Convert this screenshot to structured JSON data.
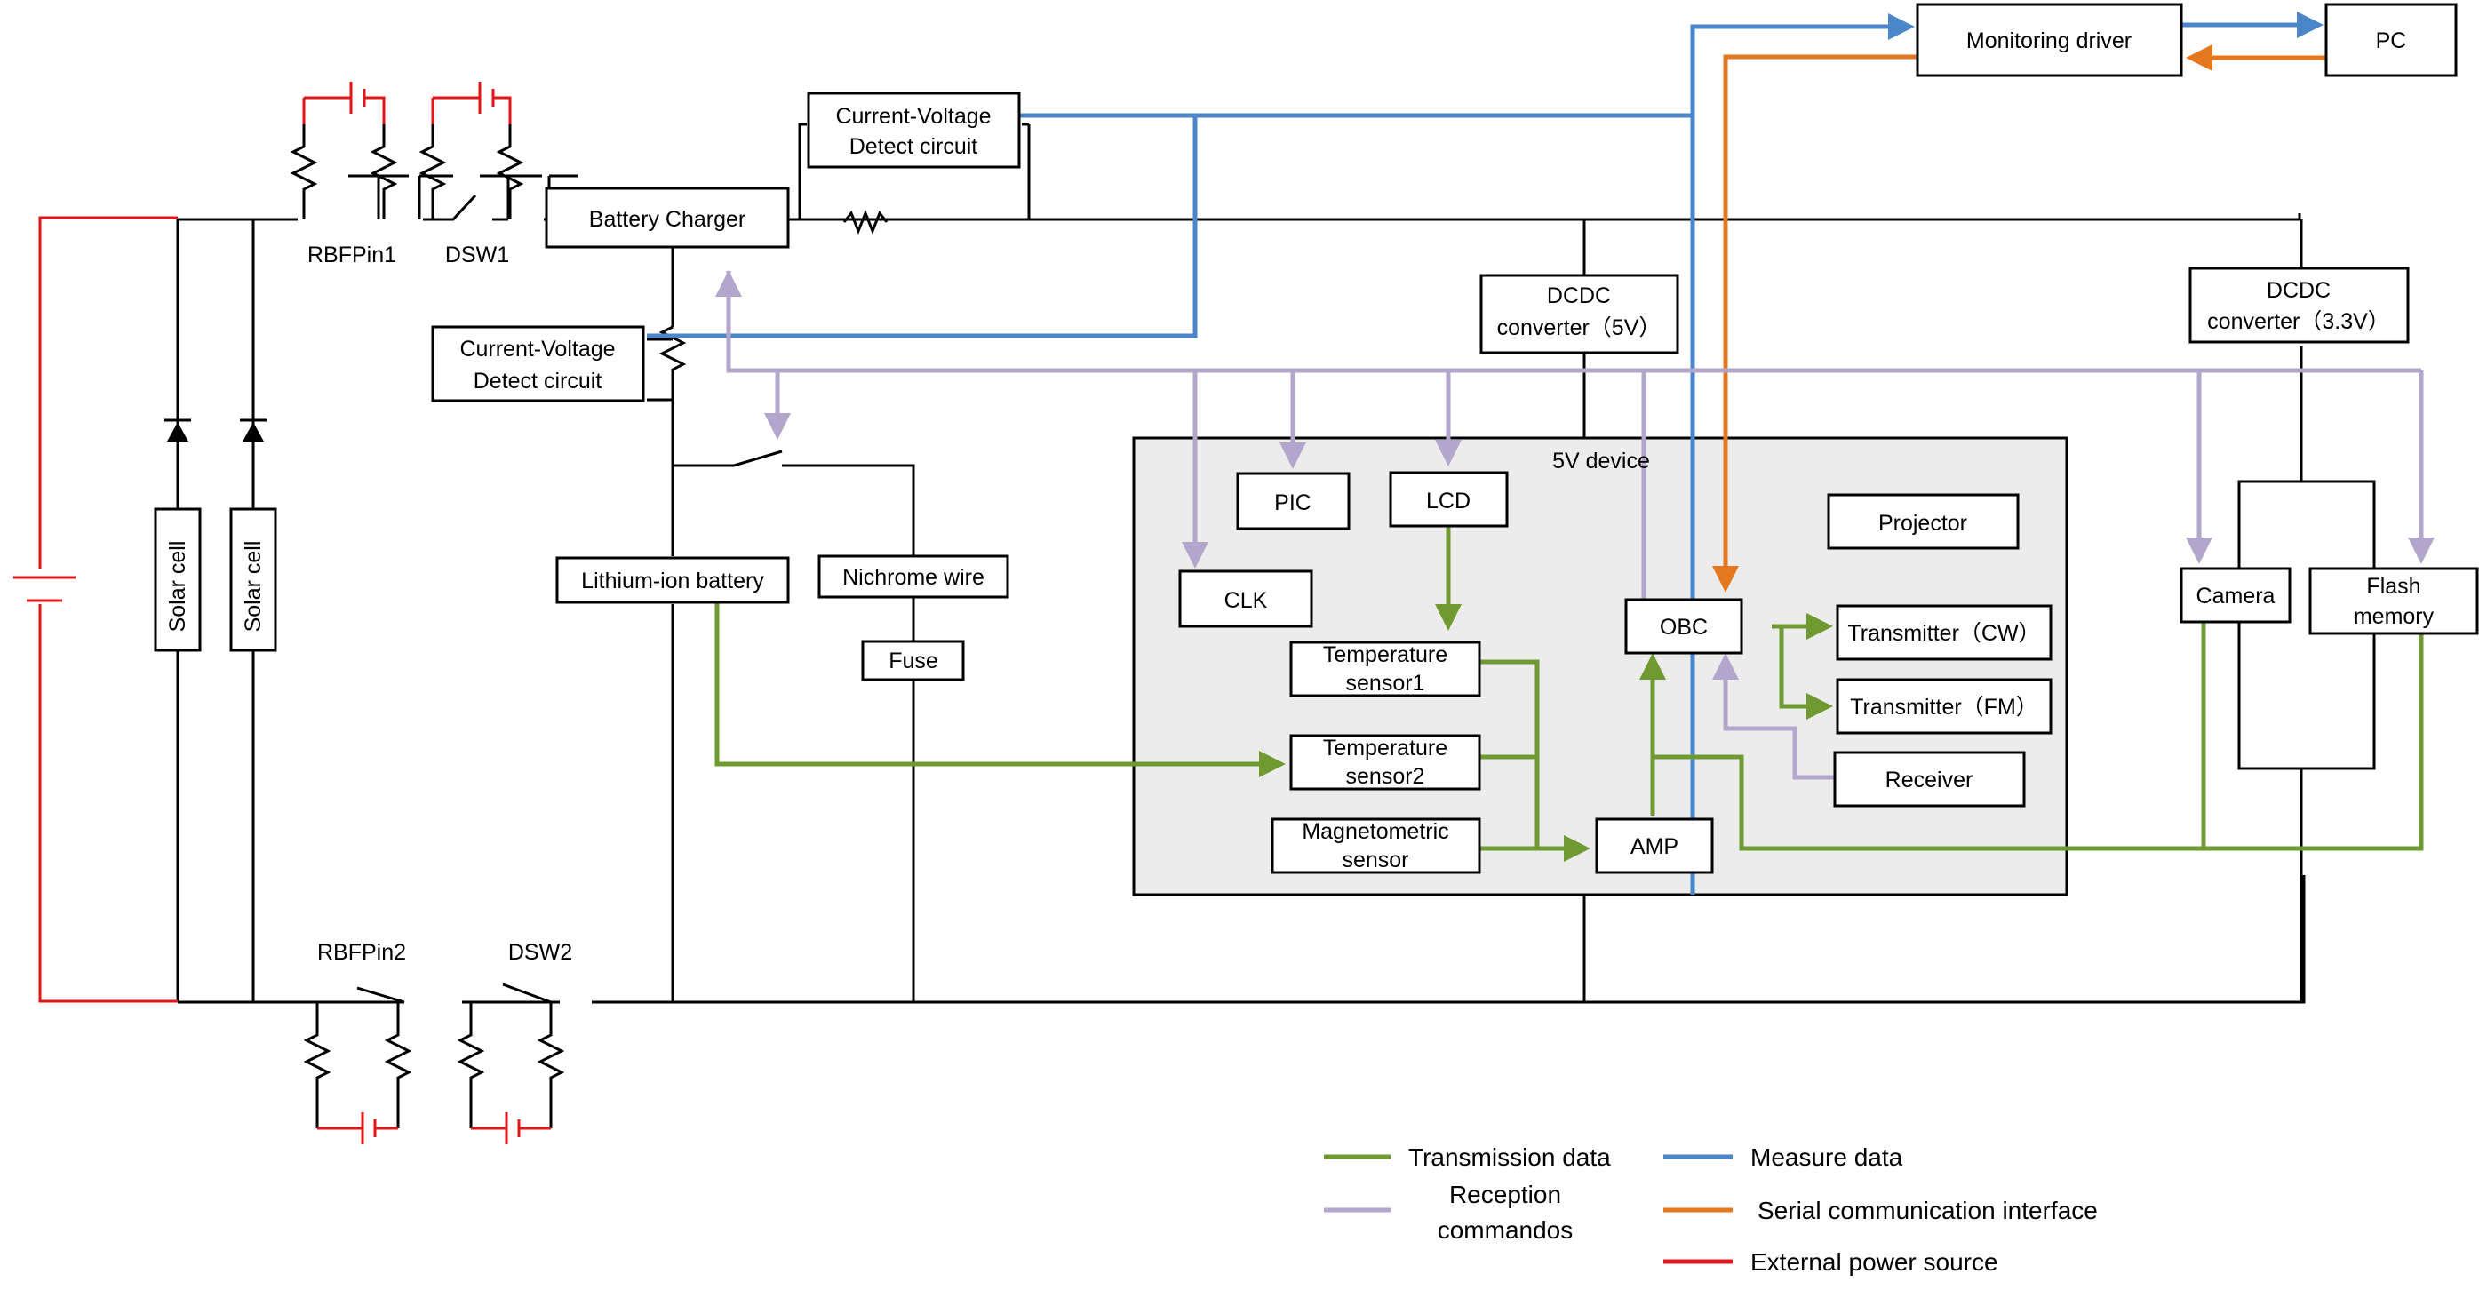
{
  "labels": {
    "monitoring_driver": "Monitoring driver",
    "pc": "PC",
    "cv_detect_top_1": "Current-Voltage",
    "cv_detect_top_2": "Detect circuit",
    "battery_charger": "Battery Charger",
    "rbfpin1": "RBFPin1",
    "dsw1": "DSW1",
    "cv_detect_left_1": "Current-Voltage",
    "cv_detect_left_2": "Detect circuit",
    "dcdc_5v_1": "DCDC",
    "dcdc_5v_2": "converter（5V）",
    "dcdc_33v_1": "DCDC",
    "dcdc_33v_2": "converter（3.3V）",
    "solar_cell_1": "Solar cell",
    "solar_cell_2": "Solar cell",
    "lithium_battery": "Lithium-ion battery",
    "nichrome_wire": "Nichrome wire",
    "fuse": "Fuse",
    "five_v_device": "5V device",
    "pic": "PIC",
    "lcd": "LCD",
    "clk": "CLK",
    "projector": "Projector",
    "temp1_1": "Temperature",
    "temp1_2": "sensor1",
    "temp2_1": "Temperature",
    "temp2_2": "sensor2",
    "mag_1": "Magnetometric",
    "mag_2": "sensor",
    "amp": "AMP",
    "obc": "OBC",
    "tx_cw": "Transmitter（CW）",
    "tx_fm": "Transmitter（FM）",
    "receiver": "Receiver",
    "camera": "Camera",
    "flash_1": "Flash",
    "flash_2": "memory",
    "rbfpin2": "RBFPin2",
    "dsw2": "DSW2"
  },
  "legend": {
    "transmission": "Transmission data",
    "reception_1": "Reception",
    "reception_2": "commandos",
    "measure": "Measure data",
    "serial": "Serial communication interface",
    "external": "External power source"
  },
  "colors": {
    "transmission": "#6f9a32",
    "reception": "#b3a6cc",
    "measure": "#4a86c8",
    "serial": "#e5781f",
    "external": "#e0161b",
    "device_area": "#ececec"
  }
}
